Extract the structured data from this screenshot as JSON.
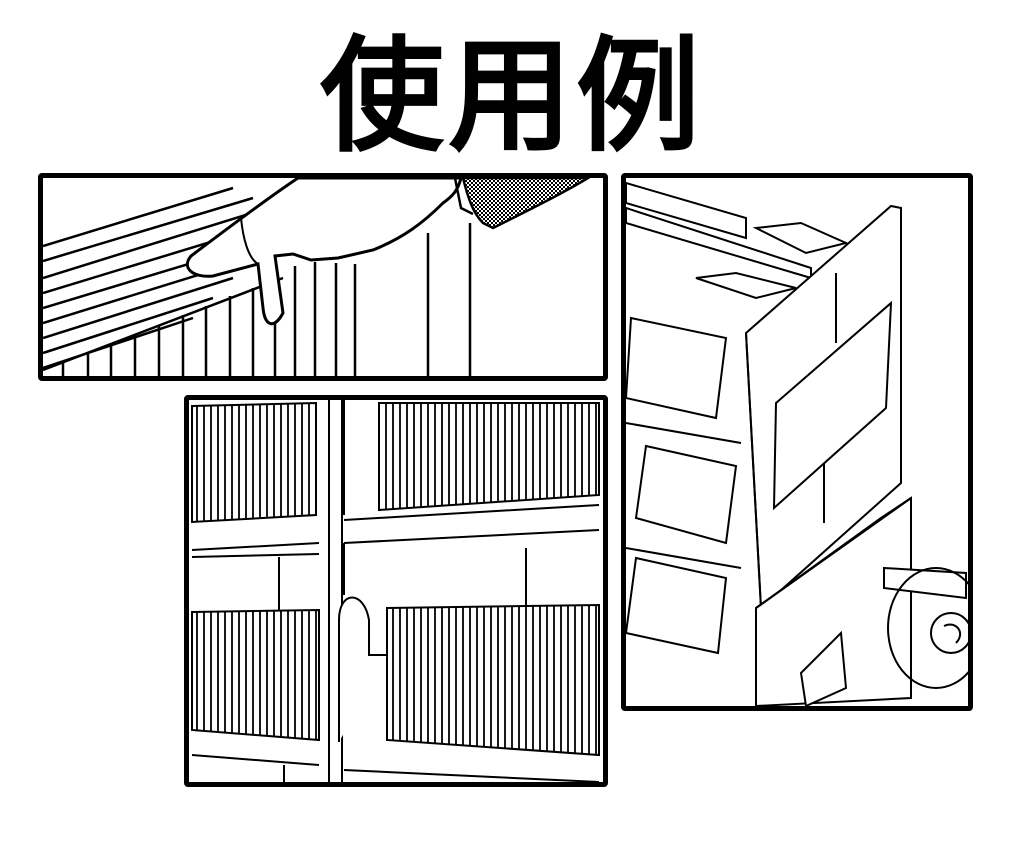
{
  "page": {
    "title": "使用例",
    "background": "#ffffff",
    "ink_color": "#000000"
  },
  "panels": [
    {
      "id": "panel-1",
      "description": "hand running finger along row of book spines on shelf"
    },
    {
      "id": "panel-2",
      "description": "front view of shelves filled with thin vertical spines"
    },
    {
      "id": "panel-3",
      "description": "angled view of shelf unit with slanted display boxes and tape"
    }
  ]
}
